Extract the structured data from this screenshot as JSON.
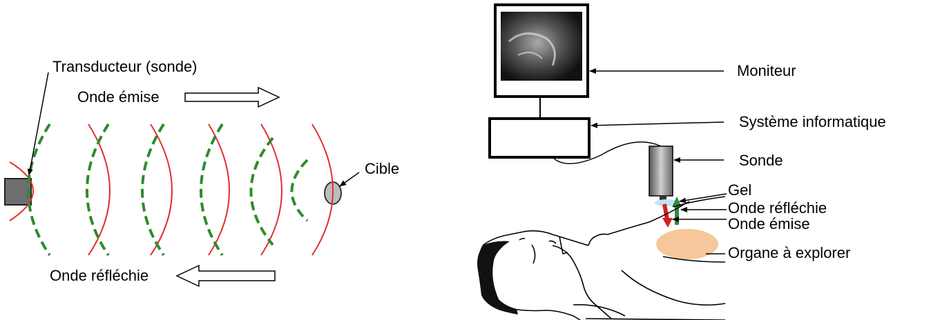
{
  "left_diagram": {
    "transducer_label": "Transducteur (sonde)",
    "emitted_wave_label": "Onde émise",
    "reflected_wave_label": "Onde réfléchie",
    "target_label": "Cible",
    "colors": {
      "emitted_wave": "#e0302e",
      "reflected_wave": "#2e8b2e",
      "transducer": "#6e6e6e",
      "target": "#bdbdbd"
    }
  },
  "right_diagram": {
    "monitor_label": "Moniteur",
    "computer_label": "Système informatique",
    "probe_label": "Sonde",
    "gel_label": "Gel",
    "reflected_wave_label": "Onde réfléchie",
    "emitted_wave_label": "Onde émise",
    "organ_label": "Organe à explorer",
    "colors": {
      "emitted_arrow": "#d42020",
      "reflected_arrow": "#2e8b3e",
      "organ": "#f6c79a",
      "gel": "#bfe3f5"
    }
  }
}
